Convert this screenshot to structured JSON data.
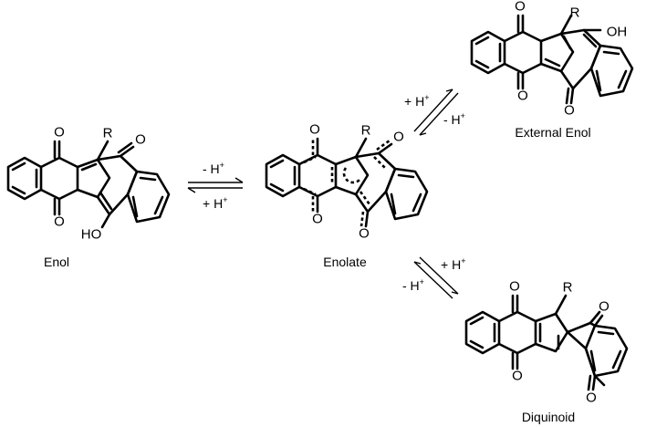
{
  "molecules": {
    "enol": {
      "name": "Enol",
      "substituent": "R",
      "oxygen": "O",
      "hydroxyl": "HO"
    },
    "enolate": {
      "name": "Enolate",
      "substituent": "R",
      "oxygen": "O"
    },
    "external_enol": {
      "name": "External Enol",
      "substituent": "R",
      "oxygen": "O",
      "hydroxyl": "OH"
    },
    "diquinoid": {
      "name": "Diquinoid",
      "substituent": "R",
      "oxygen": "O"
    }
  },
  "equilibria": {
    "enol_enolate": {
      "forward": {
        "sign": "- H",
        "charge": "+"
      },
      "reverse": {
        "sign": "+ H",
        "charge": "+"
      }
    },
    "enolate_external": {
      "forward": {
        "sign": "+ H",
        "charge": "+"
      },
      "reverse": {
        "sign": "- H",
        "charge": "+"
      }
    },
    "enolate_diquinoid": {
      "forward": {
        "sign": "+ H",
        "charge": "+"
      },
      "reverse": {
        "sign": "- H",
        "charge": "+"
      }
    }
  }
}
